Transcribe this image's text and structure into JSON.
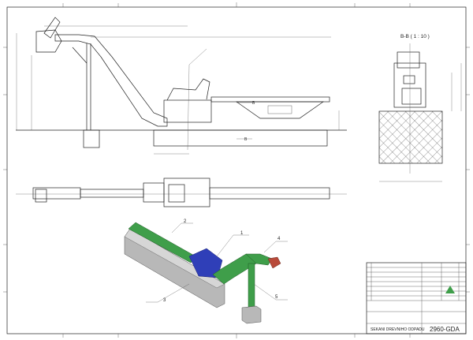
{
  "drawing": {
    "section_label": "B-B ( 1 : 10 )",
    "section_marker": "B",
    "balloons": [
      "1",
      "2",
      "3",
      "4",
      "5"
    ],
    "title": "SEKANI DREVNIHO ODPADU",
    "drawing_number": "2960-GDA"
  },
  "colors": {
    "conveyor": "#3f9e4a",
    "chipper": "#2f3fb8",
    "concrete": "#b8b8b8"
  }
}
